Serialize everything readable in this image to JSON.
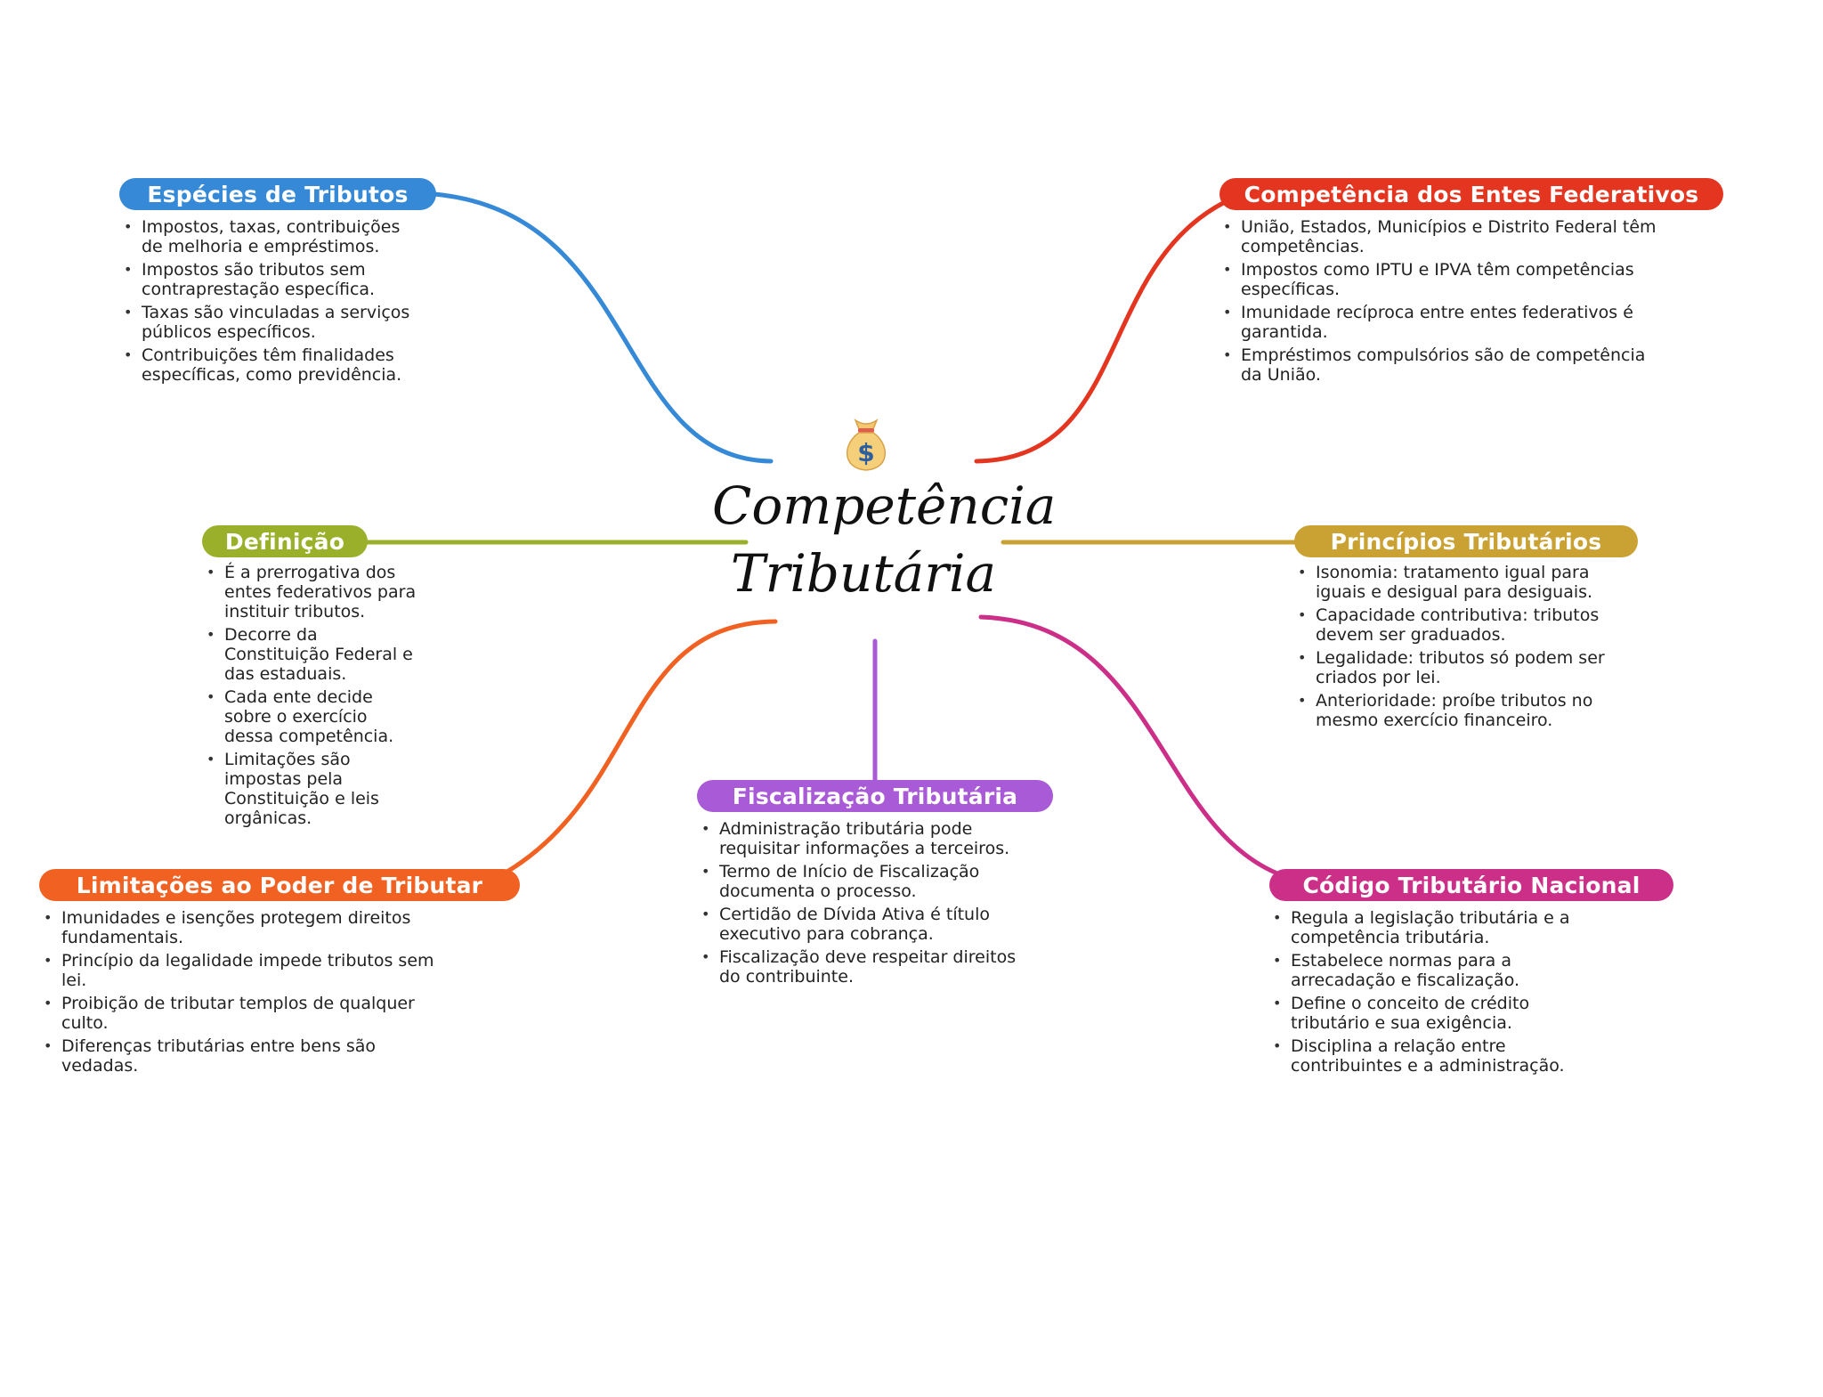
{
  "center": {
    "title_line1": "Competência",
    "title_line2": "Tributária",
    "icon": "money-bag-icon"
  },
  "branches": {
    "especies": {
      "title": "Espécies de Tributos",
      "color": "#3589d6",
      "items": [
        "Impostos, taxas, contribuições de melhoria e empréstimos.",
        "Impostos são tributos sem contraprestação específica.",
        "Taxas são vinculadas a serviços públicos específicos.",
        "Contribuições têm finalidades específicas, como previdência."
      ]
    },
    "competencia": {
      "title": "Competência dos Entes Federativos",
      "color": "#e3351f",
      "items": [
        "União, Estados, Municípios e Distrito Federal têm competências.",
        "Impostos como IPTU e IPVA têm competências específicas.",
        "Imunidade recíproca entre entes federativos é garantida.",
        "Empréstimos compulsórios são de competência da União."
      ]
    },
    "definicao": {
      "title": "Definição",
      "color": "#9bb02a",
      "items": [
        "É a prerrogativa dos entes federativos para instituir tributos.",
        "Decorre da Constituição Federal e das estaduais.",
        "Cada ente decide sobre o exercício dessa competência.",
        "Limitações são impostas pela Constituição e leis orgânicas."
      ]
    },
    "principios": {
      "title": "Princípios Tributários",
      "color": "#c9a233",
      "items": [
        "Isonomia: tratamento igual para iguais e desigual para desiguais.",
        "Capacidade contributiva: tributos devem ser graduados.",
        "Legalidade: tributos só podem ser criados por lei.",
        "Anterioridade: proíbe tributos no mesmo exercício financeiro."
      ]
    },
    "limitacoes": {
      "title": "Limitações ao Poder de Tributar",
      "color": "#f06122",
      "items": [
        "Imunidades e isenções protegem direitos fundamentais.",
        "Princípio da legalidade impede tributos sem lei.",
        "Proibição de tributar templos de qualquer culto.",
        "Diferenças tributárias entre bens são vedadas."
      ]
    },
    "fiscalizacao": {
      "title": "Fiscalização Tributária",
      "color": "#a95ad6",
      "items": [
        "Administração tributária pode requisitar informações a terceiros.",
        "Termo de Início de Fiscalização documenta o processo.",
        "Certidão de Dívida Ativa é título executivo para cobrança.",
        "Fiscalização deve respeitar direitos do contribuinte."
      ]
    },
    "codigo": {
      "title": "Código Tributário Nacional",
      "color": "#cc2f88",
      "items": [
        "Regula a legislação tributária e a competência tributária.",
        "Estabelece normas para a arrecadação e fiscalização.",
        "Define o conceito de crédito tributário e sua exigência.",
        "Disciplina a relação entre contribuintes e a administração."
      ]
    }
  }
}
